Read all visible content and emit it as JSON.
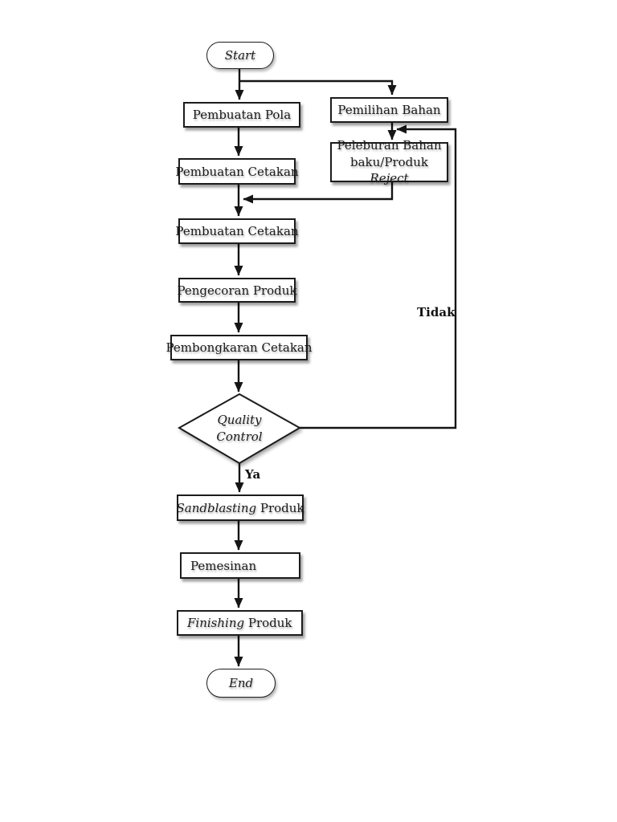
{
  "page": {
    "background": "#ffffff"
  },
  "flowchart": {
    "colors": {
      "stroke": "#151515",
      "node_border": "#1c1c1c",
      "node_fill": "#ffffff"
    },
    "nodes": {
      "start": {
        "label": "Start"
      },
      "pembuatan_pola": {
        "label": "Pembuatan Pola"
      },
      "pemilihan_bahan": {
        "label": "Pemilihan Bahan"
      },
      "peleburan": {
        "line1": "Peleburan Bahan",
        "line2_prefix": "baku/Produk ",
        "line2_italic": "Reject"
      },
      "pembuatan_cetakan_1": {
        "label": "Pembuatan Cetakan"
      },
      "pembuatan_cetakan_2": {
        "label": "Pembuatan Cetakan"
      },
      "pengecoran_produk": {
        "label": "Pengecoran Produk"
      },
      "pembongkaran_cetakan": {
        "label": "Pembongkaran Cetakan"
      },
      "quality_control": {
        "line1": "Quality",
        "line2": "Control"
      },
      "sandblasting": {
        "italic": "Sandblasting",
        "rest": " Produk"
      },
      "pemesinan": {
        "label": "Pemesinan"
      },
      "finishing": {
        "italic": "Finishing",
        "rest": " Produk"
      },
      "end": {
        "label": "End"
      }
    },
    "edge_labels": {
      "yes": "Ya",
      "no": "Tidak"
    }
  }
}
